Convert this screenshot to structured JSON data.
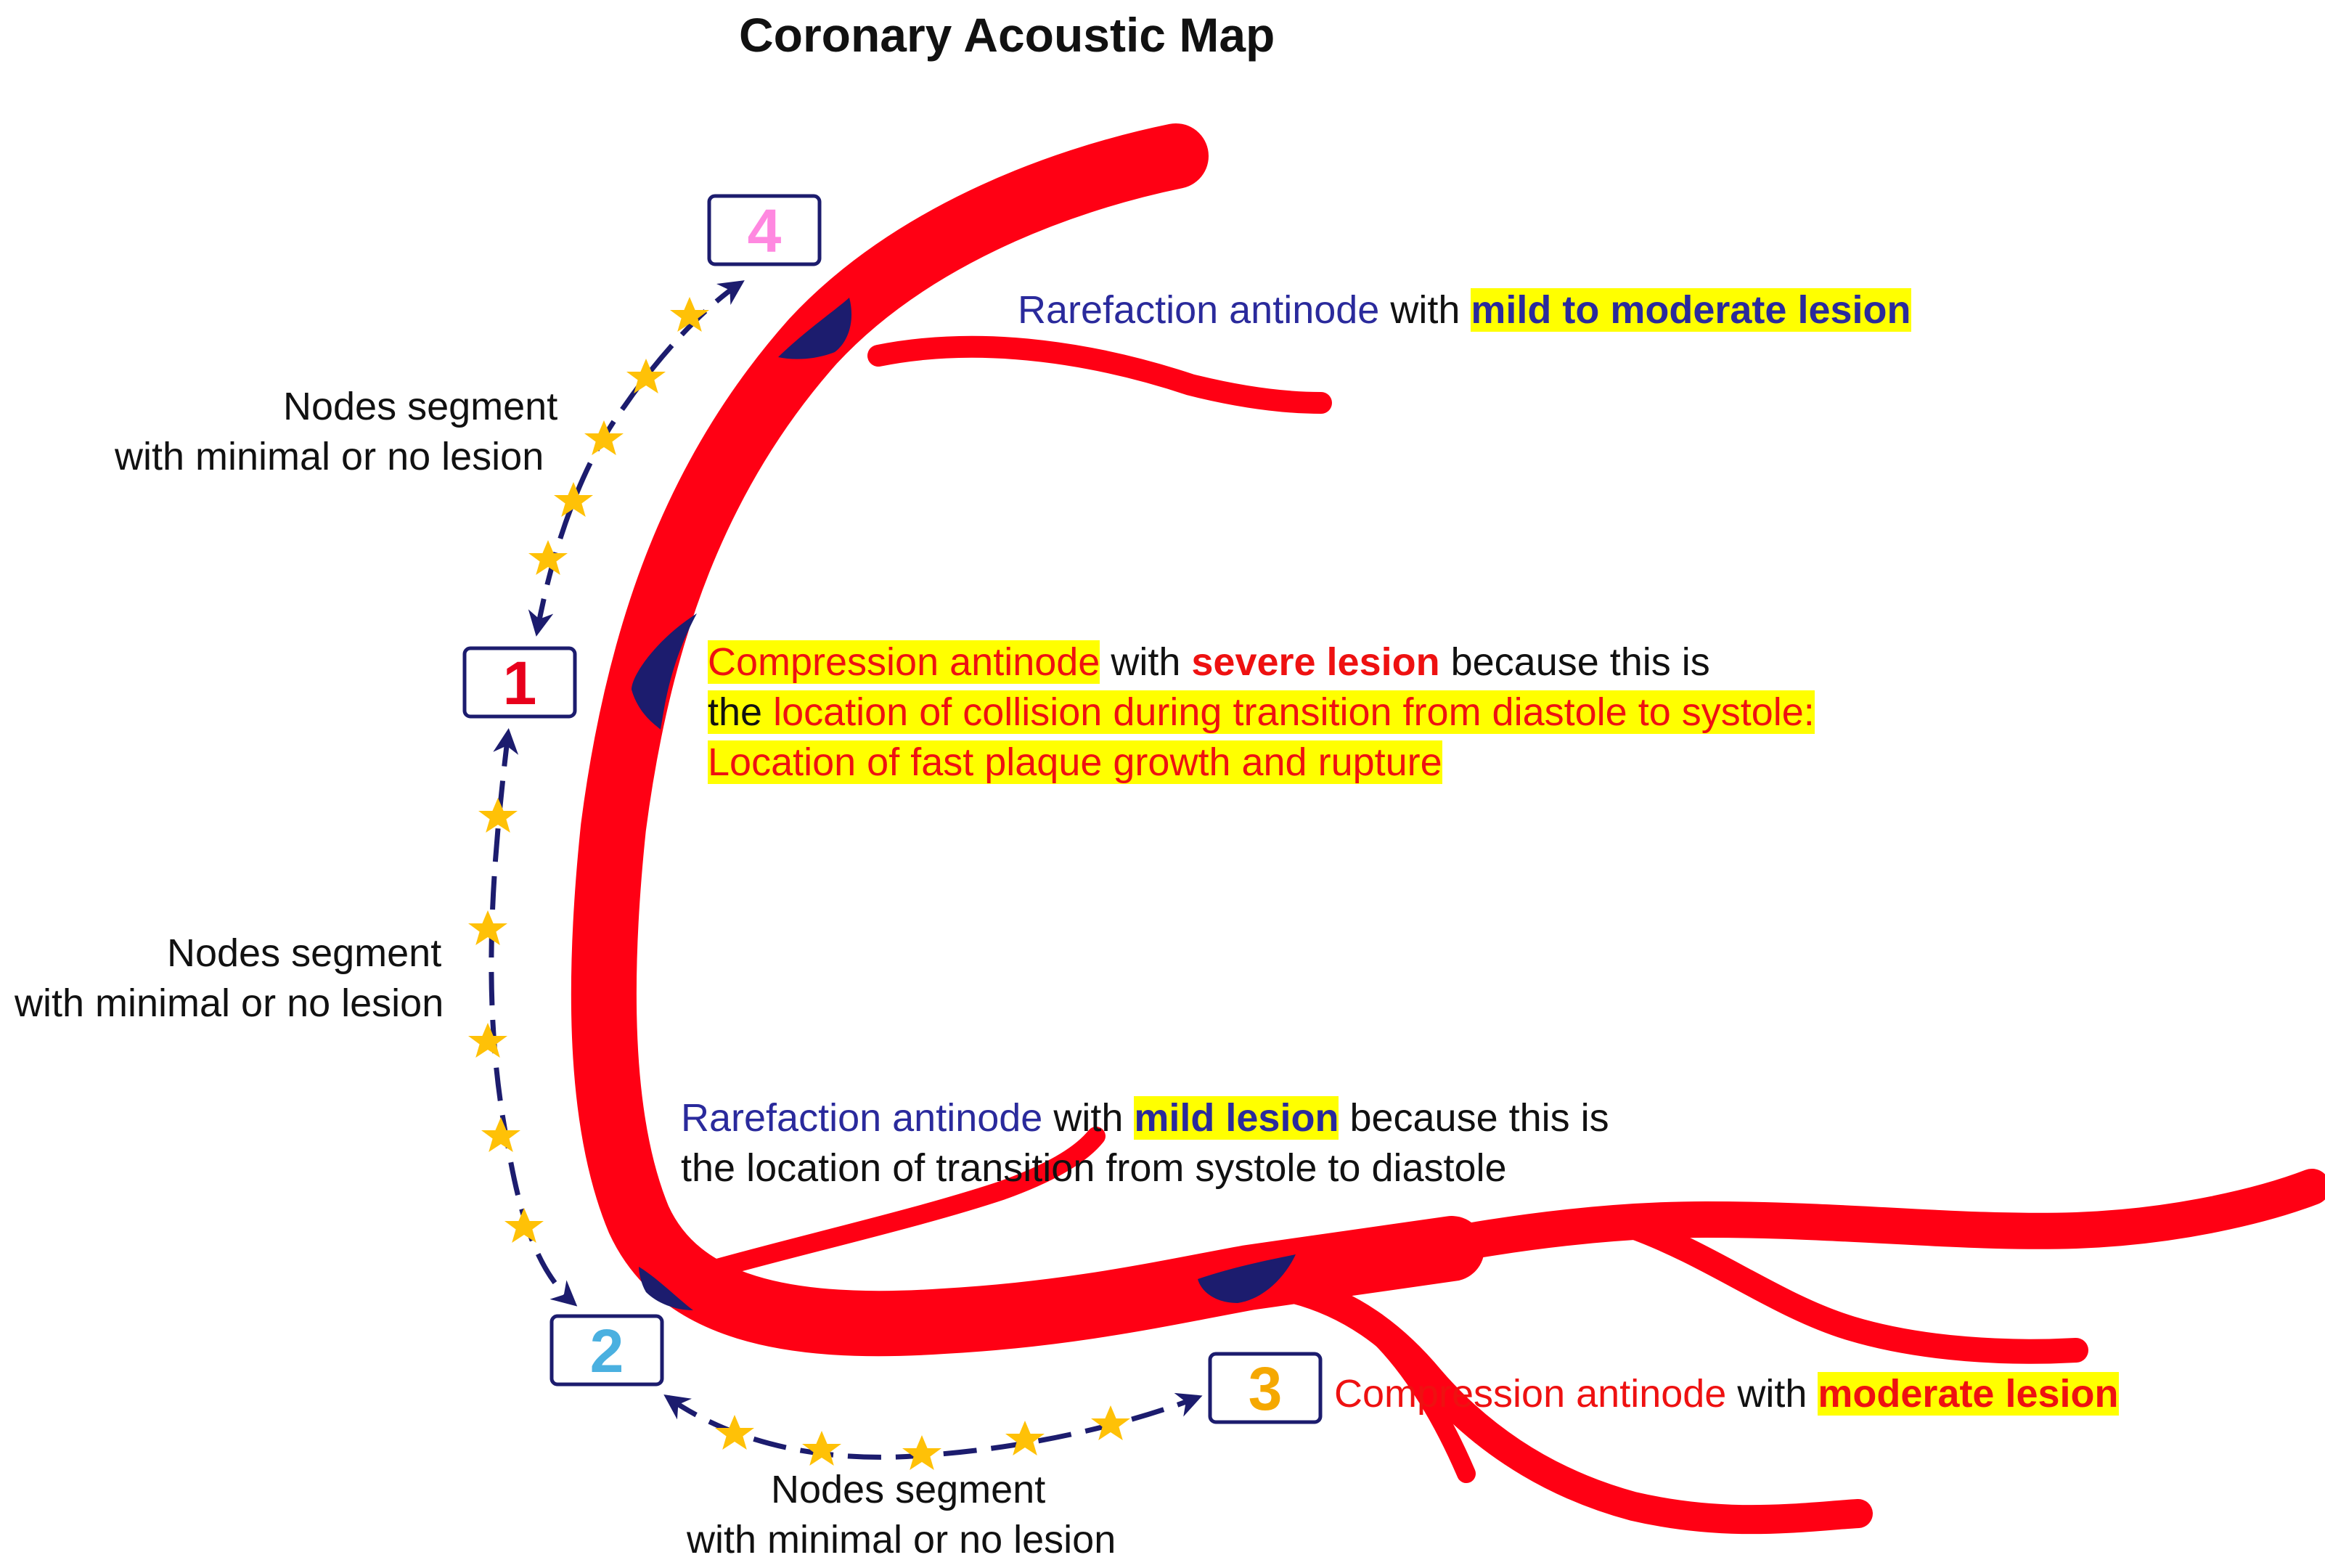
{
  "title": "Coronary Acoustic Map",
  "colors": {
    "vessel": "#ff0014",
    "antinode": "#1c1c6e",
    "arrow": "#1c1c6e",
    "star": "#ffc107",
    "highlight": "#ffff00",
    "blue_text": "#2a2a9c",
    "red_text": "#ee1111"
  },
  "nodes": [
    {
      "number": "1",
      "color": "#e8001c"
    },
    {
      "number": "2",
      "color": "#4ab0e0"
    },
    {
      "number": "3",
      "color": "#f5a800"
    },
    {
      "number": "4",
      "color": "#ff88e0"
    }
  ],
  "segments": {
    "upper": {
      "line1": "Nodes segment",
      "line2": "with minimal or no lesion"
    },
    "middle": {
      "line1": "Nodes segment",
      "line2": "with minimal or no lesion"
    },
    "bottom": {
      "line1": "Nodes segment",
      "line2": "with minimal or no lesion"
    }
  },
  "annotations": {
    "top": {
      "part1": "Rarefaction antinode",
      "part2": " with ",
      "part3": "mild to moderate lesion"
    },
    "middle": {
      "l1a": "Compression antinode",
      "l1b": " with ",
      "l1c": "severe lesion",
      "l1d": " because this is",
      "l2a": "the ",
      "l2b": "location of collision during transition from diastole to systole:",
      "l3": "Location of fast plaque growth and rupture"
    },
    "lower": {
      "l1a": "Rarefaction antinode",
      "l1b": " with ",
      "l1c": "mild lesion",
      "l1d": " because this is",
      "l2": "the location of transition from systole to diastole"
    },
    "bottom": {
      "part1": "Compression antinode",
      "part2": " with ",
      "part3": "moderate lesion"
    }
  }
}
